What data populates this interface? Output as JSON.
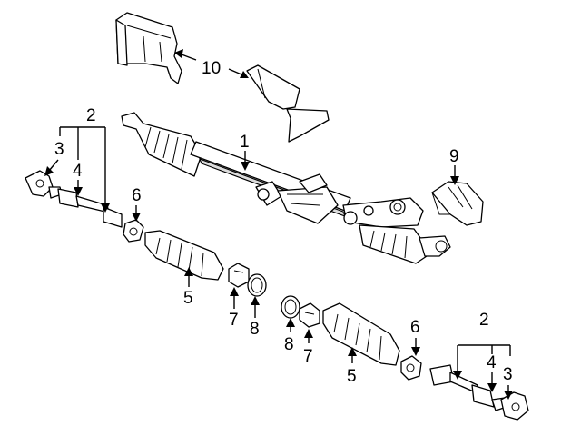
{
  "diagram": {
    "callouts": [
      {
        "id": "c10",
        "text": "10"
      },
      {
        "id": "c1",
        "text": "1"
      },
      {
        "id": "c9",
        "text": "9"
      },
      {
        "id": "c2-left",
        "text": "2"
      },
      {
        "id": "c3-left",
        "text": "3"
      },
      {
        "id": "c4-left",
        "text": "4"
      },
      {
        "id": "c6-left",
        "text": "6"
      },
      {
        "id": "c5-left",
        "text": "5"
      },
      {
        "id": "c7-left",
        "text": "7"
      },
      {
        "id": "c8-left",
        "text": "8"
      },
      {
        "id": "c8-right",
        "text": "8"
      },
      {
        "id": "c7-right",
        "text": "7"
      },
      {
        "id": "c5-right",
        "text": "5"
      },
      {
        "id": "c6-right",
        "text": "6"
      },
      {
        "id": "c2-right",
        "text": "2"
      },
      {
        "id": "c4-right",
        "text": "4"
      },
      {
        "id": "c3-right",
        "text": "3"
      }
    ]
  }
}
